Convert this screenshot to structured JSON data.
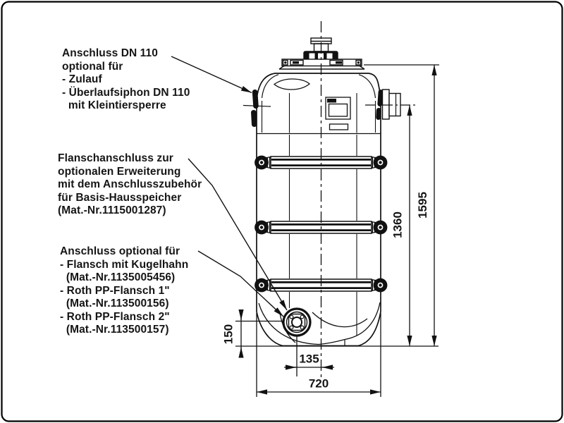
{
  "drawing": {
    "annotations": {
      "inlet": {
        "lines": [
          "Anschluss DN 110",
          "optional für",
          "- Zulauf",
          "- Überlaufsiphon DN 110",
          "  mit Kleintiersperre"
        ]
      },
      "flange": {
        "lines": [
          "Flanschanschluss zur",
          "optionalen Erweiterung",
          "mit dem Anschlusszubehör",
          "für Basis-Hausspeicher",
          "(Mat.-Nr.1115001287)"
        ]
      },
      "outlet": {
        "lines": [
          "Anschluss optional für",
          "- Flansch mit Kugelhahn",
          "  (Mat.-Nr.1135005456)",
          "- Roth PP-Flansch 1\"",
          "  (Mat.-Nr.113500156)",
          "- Roth PP-Flansch 2\"",
          "  (Mat.-Nr.113500157)"
        ]
      }
    },
    "dimensions": {
      "total_height": "1595",
      "side_connection_height": "1360",
      "tank_width": "720",
      "drain_offset": "135",
      "drain_height": "150"
    },
    "colors": {
      "line": "#111111",
      "background": "#ffffff"
    }
  }
}
